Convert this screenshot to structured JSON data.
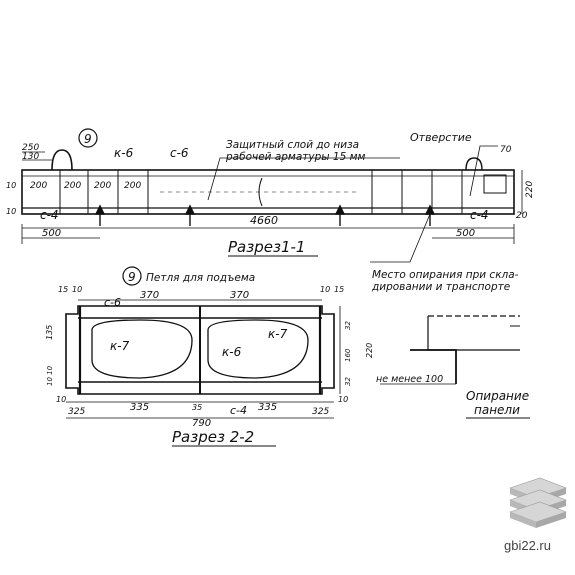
{
  "drawing": {
    "section_1": {
      "title": "Разрез1-1",
      "circle_mark": "9",
      "mesh_k6": "к-6",
      "mesh_c6": "с-6",
      "mesh_c4_left": "с-4",
      "mesh_c4_right": "с-4",
      "protective_layer_line1": "Защитный слой до низа",
      "protective_layer_line2": "рабочей арматуры 15 мм",
      "opening_label": "Отверстие",
      "opening_size": "70",
      "dims": {
        "d250": "250",
        "d130": "130",
        "d10_left": "10",
        "d10_left_b": "10",
        "d200_1": "200",
        "d200_2": "200",
        "d200_3": "200",
        "d200_4": "200",
        "d500_left": "500",
        "d500_right": "500",
        "d4660": "4660",
        "d220": "220",
        "d20": "20"
      }
    },
    "support_note": {
      "line1": "Место опирания при скла-",
      "line2": "дировании и транспорте"
    },
    "section_2": {
      "title": "Разрез 2-2",
      "circle_mark": "9",
      "lift_loop": "Петля для подъема",
      "mesh_c6": "с-6",
      "mesh_k7_left": "к-7",
      "mesh_k6": "к-6",
      "mesh_k7_right": "к-7",
      "mesh_c4": "с-4",
      "dims": {
        "d15_l": "15",
        "d10_l": "10",
        "d370_l": "370",
        "d370_r": "370",
        "d10_r": "10",
        "d15_r": "15",
        "d135": "135",
        "d100_10": "10 10",
        "d32": "32",
        "d160": "160",
        "d32b": "32",
        "d220": "220",
        "d10_bl": "10",
        "d325_l": "325",
        "d335_l": "335",
        "d35": "35",
        "d335_r": "335",
        "d325_r": "325",
        "d10_br": "10",
        "d790": "790"
      }
    },
    "panel_support": {
      "min_label": "не менее 100",
      "title_line1": "Опирание",
      "title_line2": "панели"
    }
  },
  "watermark": {
    "site": "gbi22.ru",
    "logo_icon": "stacked-slabs-icon"
  }
}
